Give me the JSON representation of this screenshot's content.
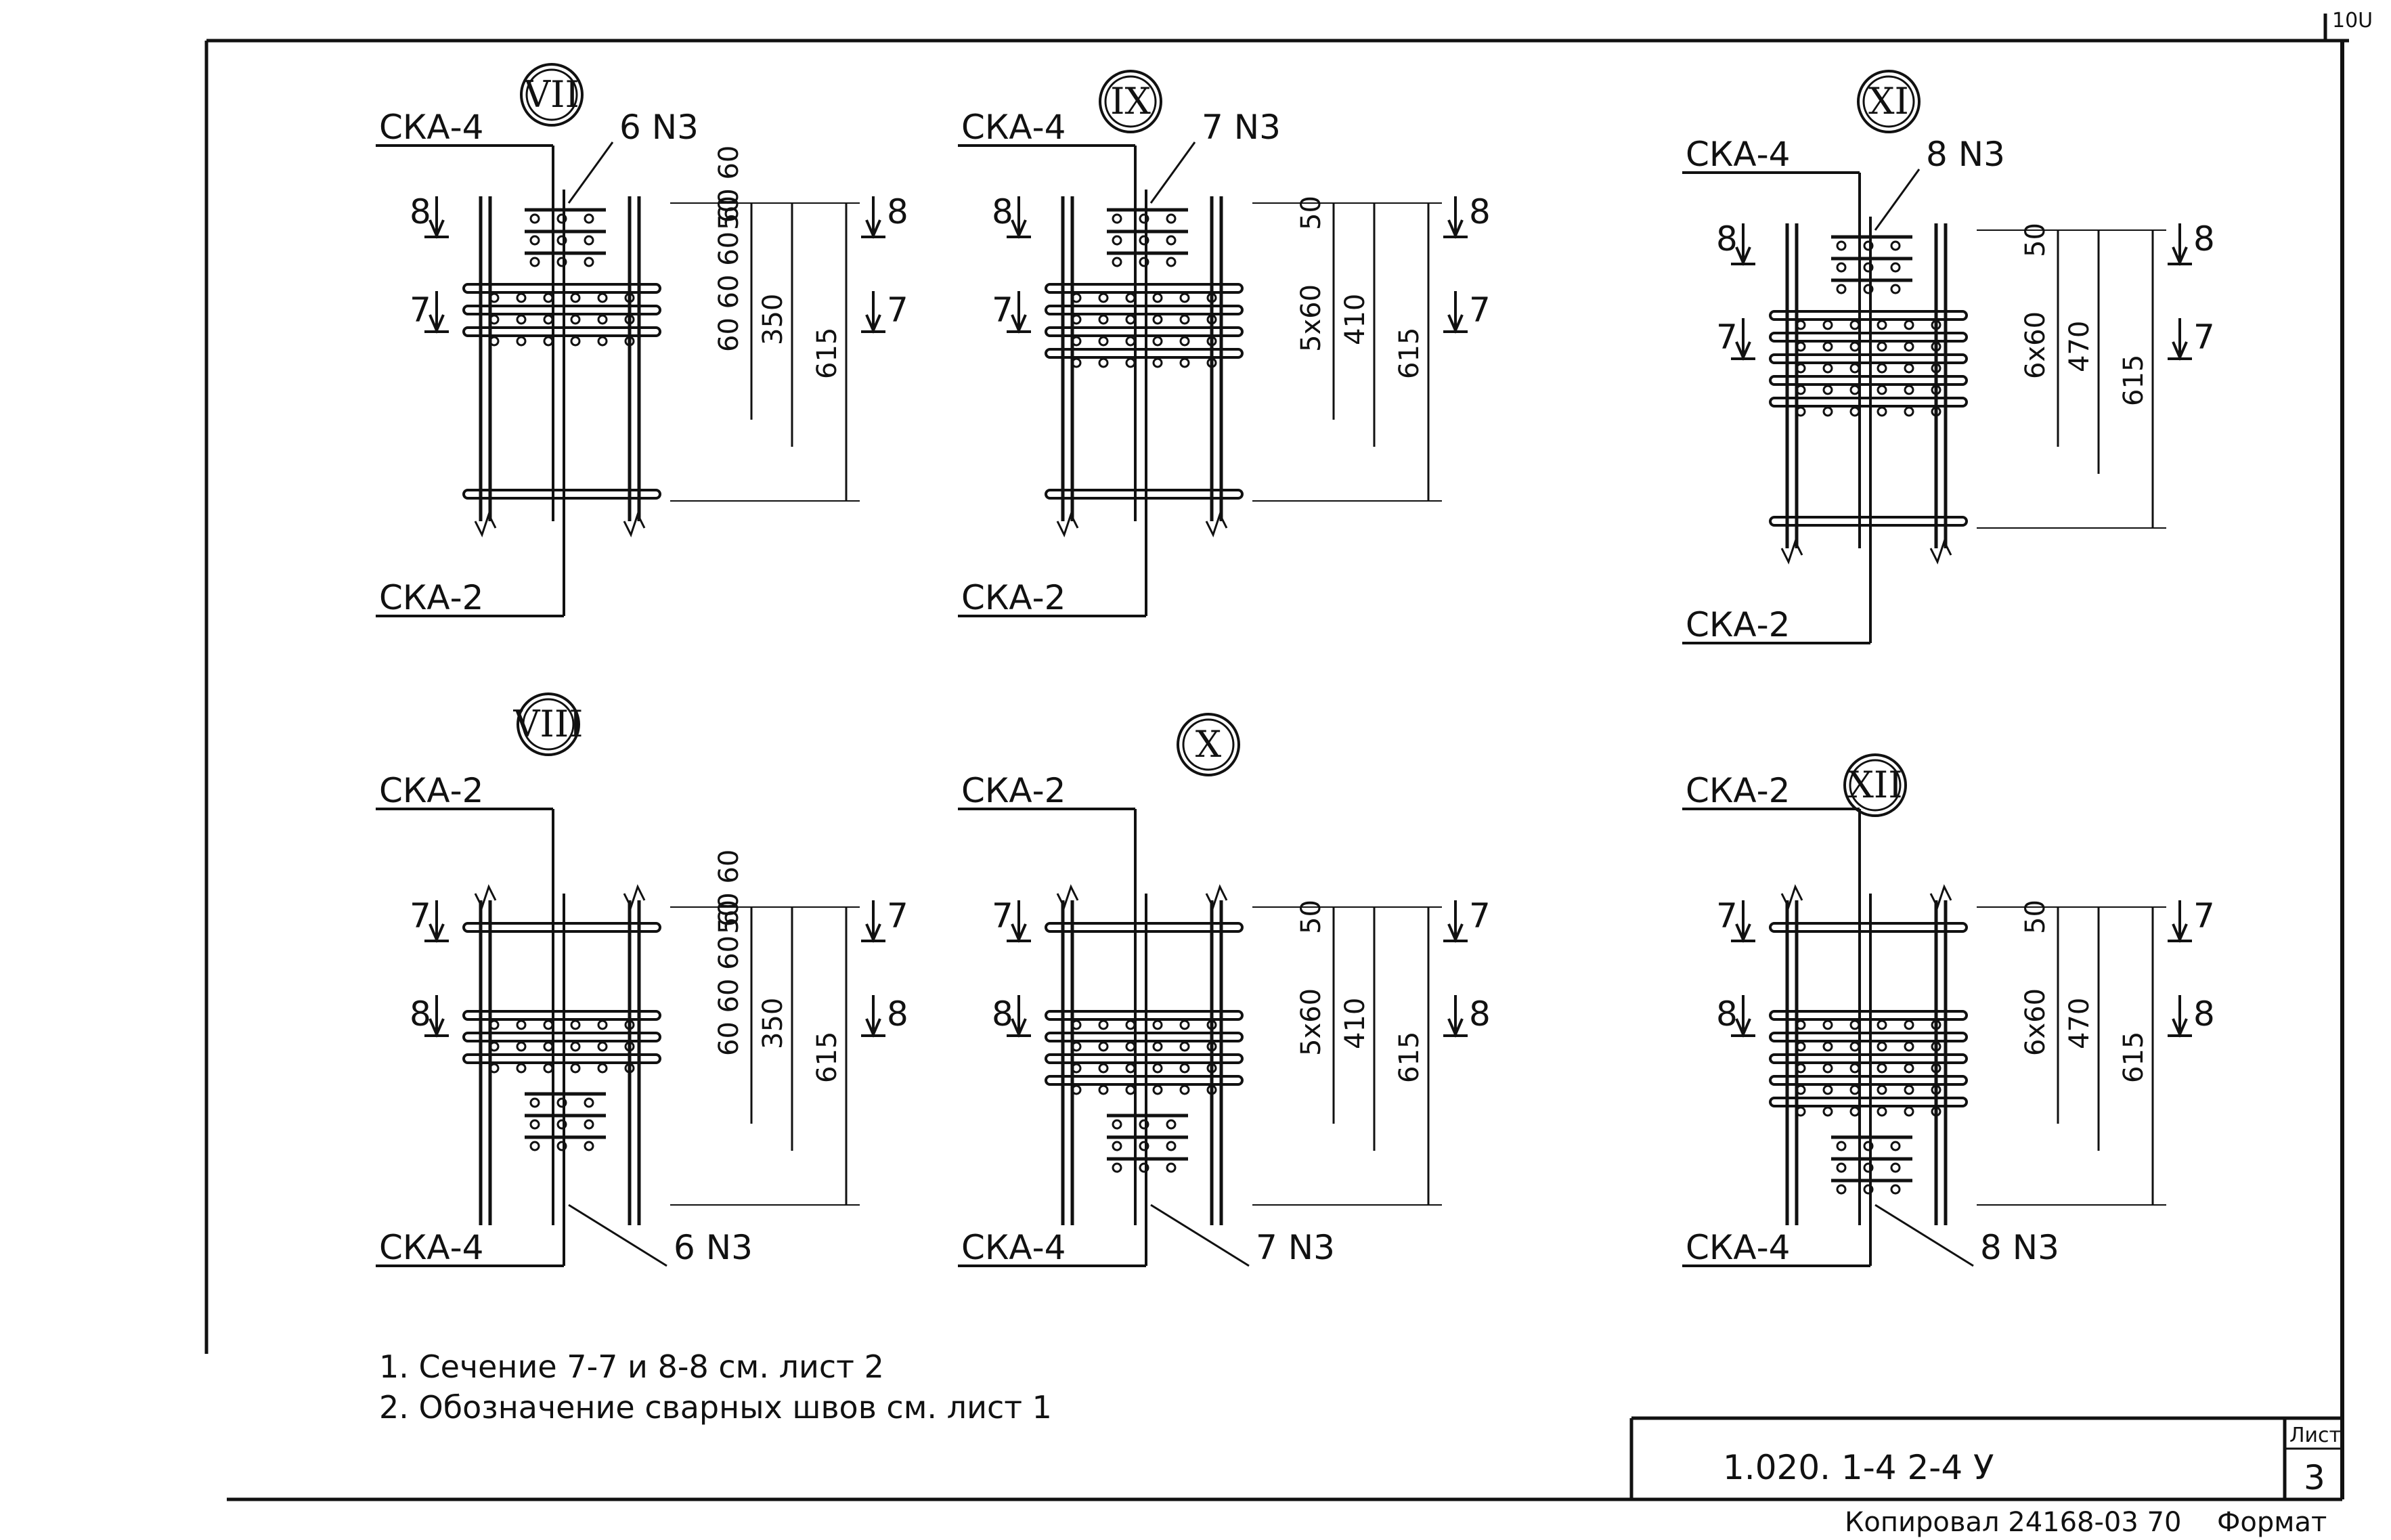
{
  "sheet_corner": "10U",
  "details": [
    {
      "id": "vii",
      "numeral": "VII",
      "top_label": "СКА-4",
      "bottom_label": "СКА-2",
      "bar_tag": "6 N3",
      "sec_a": "8",
      "sec_b": "7",
      "dims": {
        "d50": "50",
        "dpitch": "60 60 60 60 60",
        "dmid": "350",
        "dtotal": "615"
      }
    },
    {
      "id": "ix",
      "numeral": "IX",
      "top_label": "СКА-4",
      "bottom_label": "СКА-2",
      "bar_tag": "7 N3",
      "sec_a": "8",
      "sec_b": "7",
      "dims": {
        "d50": "50",
        "dpitch": "5x60",
        "dmid": "410",
        "dtotal": "615"
      }
    },
    {
      "id": "xi",
      "numeral": "XI",
      "top_label": "СКА-4",
      "bottom_label": "СКА-2",
      "bar_tag": "8 N3",
      "sec_a": "8",
      "sec_b": "7",
      "dims": {
        "d50": "50",
        "dpitch": "6x60",
        "dmid": "470",
        "dtotal": "615"
      }
    },
    {
      "id": "viii",
      "numeral": "VIII",
      "top_label": "СКА-2",
      "bottom_label": "СКА-4",
      "bar_tag": "6 N3",
      "sec_a": "7",
      "sec_b": "8",
      "dims": {
        "d50": "50",
        "dpitch": "60 60 60 60 60",
        "dmid": "350",
        "dtotal": "615"
      }
    },
    {
      "id": "x",
      "numeral": "X",
      "top_label": "СКА-2",
      "bottom_label": "СКА-4",
      "bar_tag": "7 N3",
      "sec_a": "7",
      "sec_b": "8",
      "dims": {
        "d50": "50",
        "dpitch": "5x60",
        "dmid": "410",
        "dtotal": "615"
      }
    },
    {
      "id": "xii",
      "numeral": "XII",
      "top_label": "СКА-2",
      "bottom_label": "СКА-4",
      "bar_tag": "8 N3",
      "sec_a": "7",
      "sec_b": "8",
      "dims": {
        "d50": "50",
        "dpitch": "6x60",
        "dmid": "470",
        "dtotal": "615"
      }
    }
  ],
  "notes": {
    "n1": "1. Сечение 7-7 и 8-8 см. лист 2",
    "n2": "2. Обозначение сварных швов см. лист 1"
  },
  "title_block": {
    "code": "1.020. 1-4  2-4 У",
    "sheet_label": "Лист",
    "sheet_number": "3"
  },
  "footer": {
    "copied": "Копировал 24168-03  70",
    "format": "Формат"
  }
}
